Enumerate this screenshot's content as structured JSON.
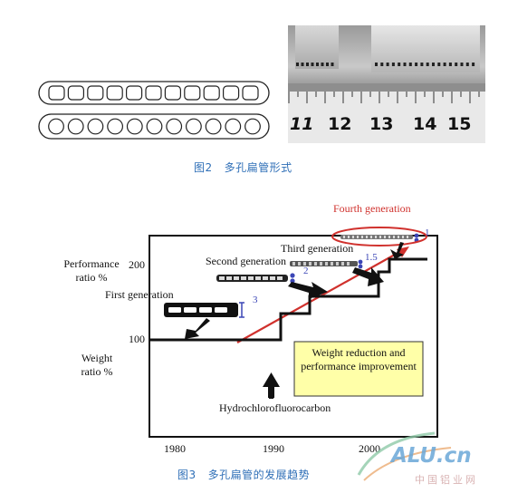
{
  "figure2": {
    "caption": "图2   多孔扁管形式",
    "ruler_numbers": [
      "11",
      "12",
      "13",
      "14",
      "15"
    ]
  },
  "figure3": {
    "caption": "图3   多孔扁管的发展趋势",
    "labels": {
      "performance_ratio": "Performance ratio %",
      "weight_ratio": "Weight ratio %",
      "y200": "200",
      "y100": "100",
      "first_generation": "First generation",
      "second_generation": "Second generation",
      "third_generation": "Third generation",
      "fourth_generation": "Fourth generation",
      "hcfc": "Hydrochlorofluorocarbon",
      "improvement_box": "Weight reduction and performance improvement"
    },
    "tube_ratios": [
      "3",
      "2",
      "1.5",
      "1"
    ],
    "x_ticks": [
      "1980",
      "1990",
      "2000"
    ]
  },
  "watermark": {
    "logo_text": "ALU.cn",
    "site_text": "中国铝业网"
  }
}
